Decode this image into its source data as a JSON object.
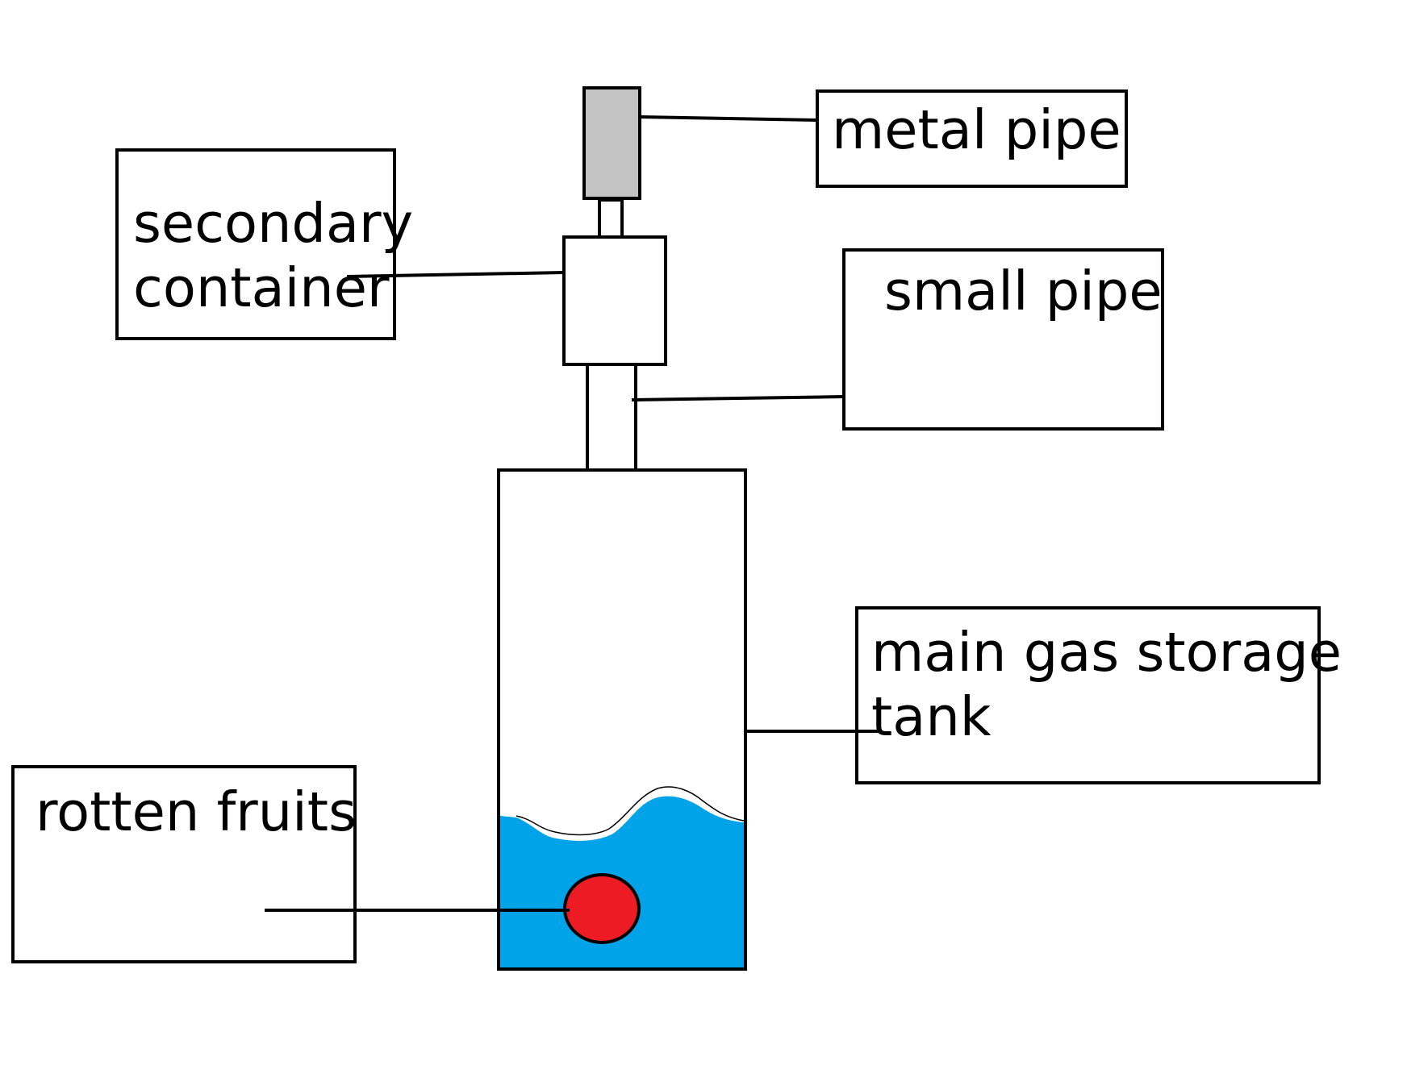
{
  "labels": {
    "metal_pipe": "metal pipe",
    "secondary_container_line1": "secondary",
    "secondary_container_line2": "container",
    "small_pipe": "small pipe",
    "main_gas_tank_line1": "main gas storage",
    "main_gas_tank_line2": "tank",
    "rotten_fruits": "rotten fruits"
  },
  "colors": {
    "stroke": "#000000",
    "background": "#ffffff",
    "metal_pipe_fill": "#c3c3c3",
    "water_fill": "#00a2e8",
    "fruit_fill": "#ed1c24"
  }
}
